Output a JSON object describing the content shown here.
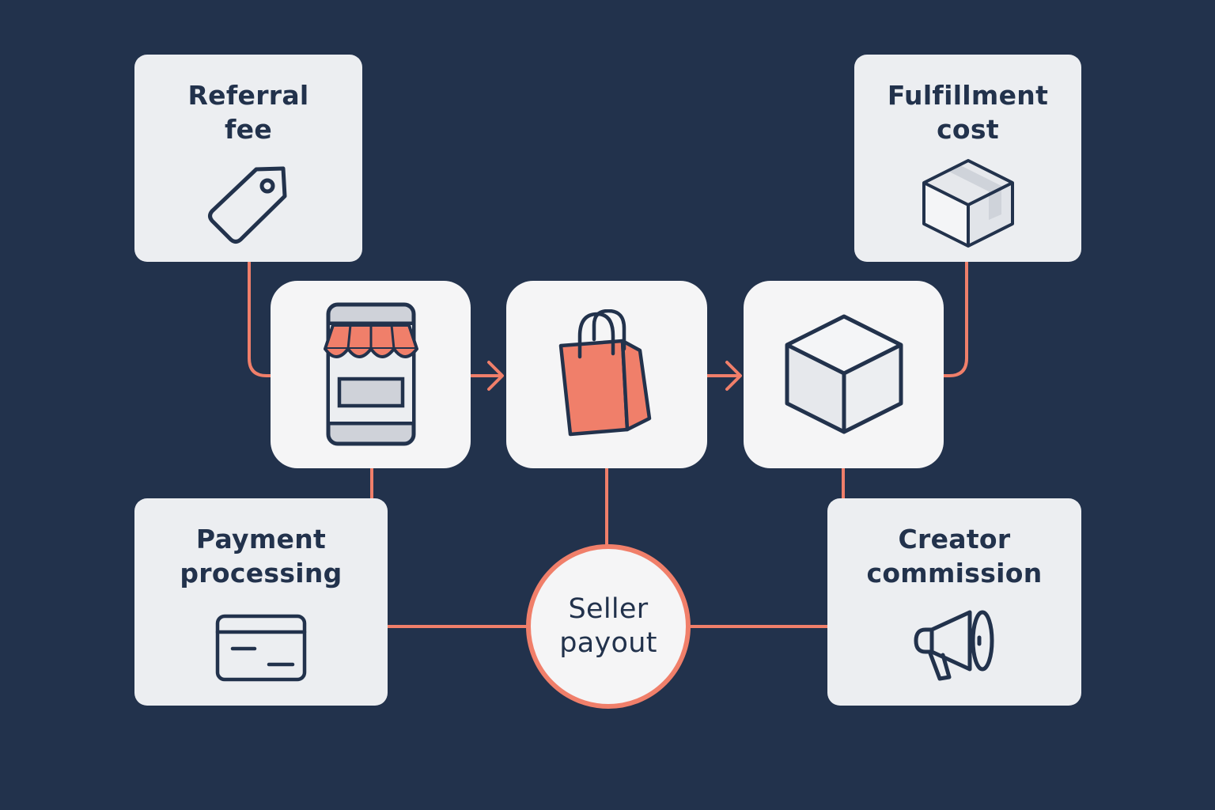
{
  "colors": {
    "background": "#22324c",
    "card": "#eceef1",
    "stage": "#f5f5f6",
    "accent": "#f07f6a",
    "ink": "#22324c"
  },
  "cost_cards": {
    "referral": {
      "label": "Referral\nfee",
      "icon": "price-tag-icon"
    },
    "fulfillment": {
      "label": "Fulfillment\ncost",
      "icon": "box-icon"
    },
    "payment": {
      "label": "Payment\nprocessing",
      "icon": "credit-card-icon"
    },
    "creator": {
      "label": "Creator\ncommission",
      "icon": "megaphone-icon"
    }
  },
  "stages": [
    {
      "icon": "storefront-phone-icon"
    },
    {
      "icon": "shopping-bag-icon"
    },
    {
      "icon": "package-icon"
    }
  ],
  "payout": {
    "label": "Seller\npayout"
  }
}
